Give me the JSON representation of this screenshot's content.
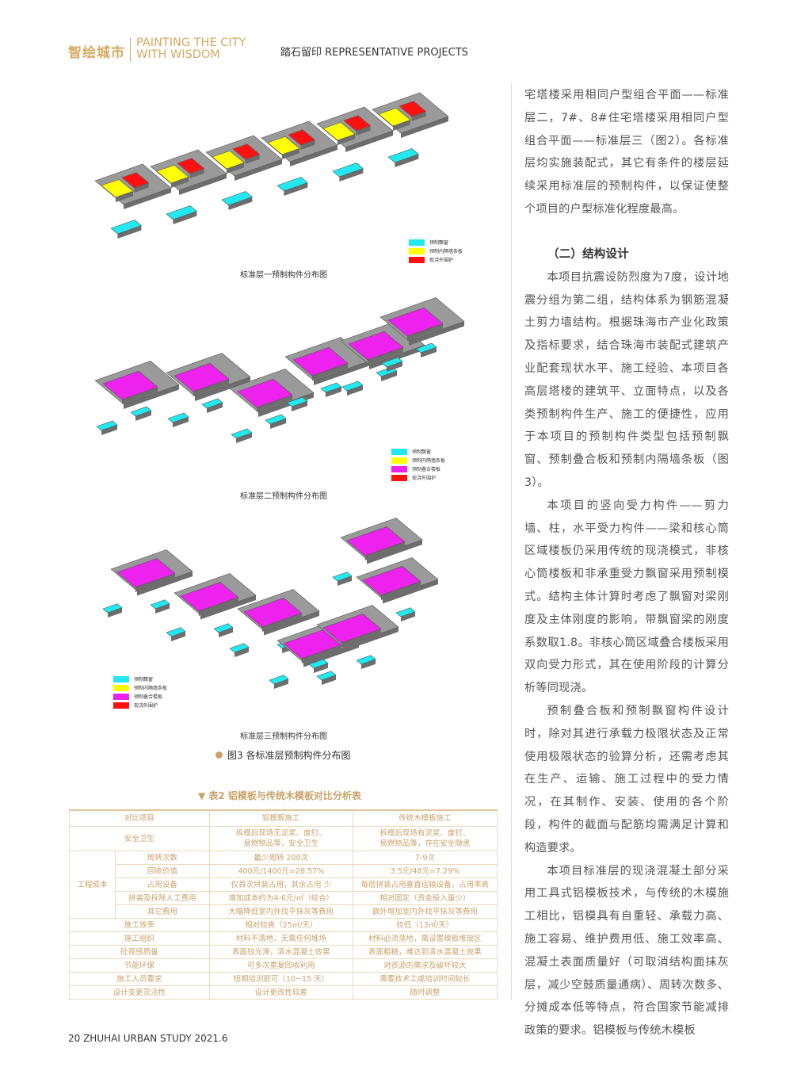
{
  "header": {
    "logo_cn": "智绘城市",
    "logo_en_line1": "PAINTING THE CITY",
    "logo_en_line2": "WITH WISDOM",
    "section": "踏石留印 REPRESENTATIVE PROJECTS"
  },
  "figures": {
    "legend": {
      "window": "预制飘窗",
      "partition": "预制内隔墙条板",
      "slab": "预制叠合楼板",
      "castinplace": "现浇外围护"
    },
    "colors": {
      "window": "#22e8f0",
      "partition": "#ffff00",
      "slab": "#ee22ee",
      "castinplace": "#ff1111",
      "concrete": "#9a9a9a"
    },
    "fig1_caption": "标准层一预制构件分布图",
    "fig2_caption": "标准层二预制构件分布图",
    "fig3_caption": "标准层三预制构件分布图",
    "figure_title": "图3 各标准层预制构件分布图"
  },
  "table": {
    "title": "▼ 表2 铝模板与传统木模板对比分析表",
    "headers": [
      "对比项目",
      "铝模板施工",
      "传统木模板施工"
    ],
    "safety": {
      "label": "安全卫生",
      "alu": "拆模后现场无泥浆、废钉、\n易燃物品等，安全卫生",
      "wood": "拆模后现场有泥浆、废钉、\n易燃物品等，存在安全隐患"
    },
    "cost_group": "工程成本",
    "cost_rows": [
      {
        "label": "周转次数",
        "alu": "最少周转 200次",
        "wood": "7-9次"
      },
      {
        "label": "回收价值",
        "alu": "400元/1400元=28.57%",
        "wood": "3.5元/48元=7.29%"
      },
      {
        "label": "占用设备",
        "alu": "仅首次拼装占用，其余占用 少",
        "wood": "每层拼装占用垂直运输设备，占用率高"
      },
      {
        "label": "拼装及拆除人工费用",
        "alu": "增加成本约为4-6元/㎡（综合）",
        "wood": "相对固定（资金投入量少）"
      },
      {
        "label": "其它费用",
        "alu": "大幅降低室内外找平抹灰等费用",
        "wood": "额外增加室内外找平抹灰等费用"
      }
    ],
    "rows": [
      {
        "label": "施工效率",
        "alu": "相对较高（25㎡/天）",
        "wood": "较低（13㎡/天）"
      },
      {
        "label": "施工组织",
        "alu": "材料不落地，无需任何堆场",
        "wood": "材料必须落地，需设置模板堆放区"
      },
      {
        "label": "砼观感质量",
        "alu": "表面较光滑，清水混凝土效果",
        "wood": "表面粗糙，难达到清水混凝土效果"
      },
      {
        "label": "节能环保",
        "alu": "可多次重复回收利用",
        "wood": "对资源的需求及破坏较大"
      },
      {
        "label": "施工人员要求",
        "alu": "短期培训即可（10~15 天）",
        "wood": "需要技术工或培训时间较长"
      },
      {
        "label": "设计变更灵活性",
        "alu": "设计更改性较差",
        "wood": "随时调整"
      }
    ]
  },
  "body": {
    "p1": "宅塔楼采用相同户型组合平面——标准层二，7#、8#住宅塔楼采用相同户型组合平面——标准层三（图2）。各标准层均实施装配式，其它有条件的楼层延续采用标准层的预制构件，以保证使整个项目的户型标准化程度最高。",
    "h2": "（二）结构设计",
    "p2": "本项目抗震设防烈度为7度，设计地震分组为第二组，结构体系为钢筋混凝土剪力墙结构。根据珠海市产业化政策及指标要求，结合珠海市装配式建筑产业配套现状水平、施工经验、本项目各高层塔楼的建筑平、立面特点，以及各类预制构件生产、施工的便捷性，应用于本项目的预制构件类型包括预制飘窗、预制叠合板和预制内隔墙条板（图3）。",
    "p3": "本项目的竖向受力构件——剪力墙、柱，水平受力构件——梁和核心筒区域楼板仍采用传统的现浇模式，非核心筒楼板和非承重受力飘窗采用预制模式。结构主体计算时考虑了飘窗对梁刚度及主体刚度的影响，带飘窗梁的刚度系数取1.8。非核心筒区域叠合楼板采用双向受力形式，其在使用阶段的计算分析等同现浇。",
    "p4": "预制叠合板和预制飘窗构件设计时，除对其进行承载力极限状态及正常使用极限状态的验算分析，还需考虑其在生产、运输、施工过程中的受力情况，在其制作、安装、使用的各个阶段，构件的截面与配筋均需满足计算和构造要求。",
    "p5": "本项目标准层的现浇混凝土部分采用工具式铝模板技术，与传统的木模施工相比，铝模具有自重轻、承载力高、施工容易、维护费用低、施工效率高、混凝土表面质量好（可取消结构面抹灰层，减少空鼓质量通病）、周转次数多、分摊成本低等特点，符合国家节能减排政策的要求。铝模板与传统木模板"
  },
  "footer": "20 ZHUHAI URBAN STUDY 2021.6"
}
